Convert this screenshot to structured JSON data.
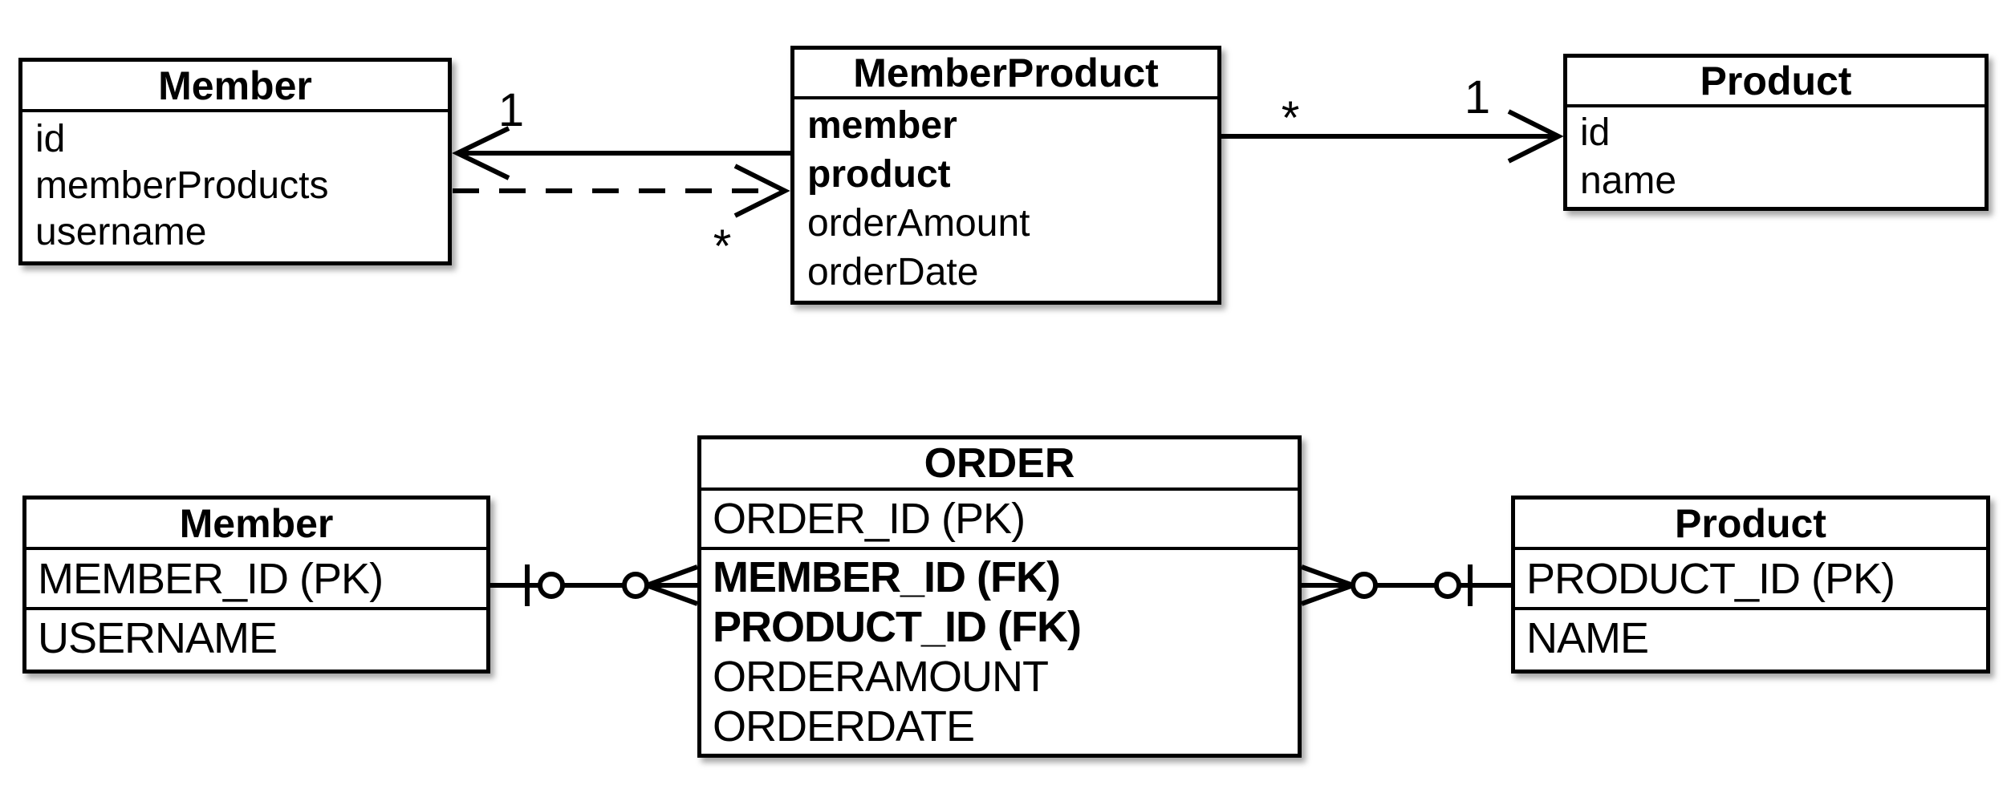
{
  "uml": {
    "member": {
      "title": "Member",
      "attributes": [
        "id",
        "memberProducts",
        "username"
      ]
    },
    "member_product": {
      "title": "MemberProduct",
      "attributes": [
        "member",
        "product",
        "orderAmount",
        "orderDate"
      ]
    },
    "product": {
      "title": "Product",
      "attributes": [
        "id",
        "name"
      ]
    },
    "multiplicity": {
      "member_end": "1",
      "dependency_many_end": "*",
      "order_many_end": "*",
      "product_end": "1"
    }
  },
  "er": {
    "member": {
      "title": "Member",
      "rows": [
        "MEMBER_ID (PK)",
        "USERNAME"
      ]
    },
    "order": {
      "title": "ORDER",
      "pk_row": "ORDER_ID (PK)",
      "rows": [
        "MEMBER_ID (FK)",
        "PRODUCT_ID (FK)",
        "ORDERAMOUNT",
        "ORDERDATE"
      ]
    },
    "product": {
      "title": "Product",
      "rows": [
        "PRODUCT_ID (PK)",
        "NAME"
      ]
    }
  },
  "colors": {
    "line": "#000000",
    "box_background": "#ffffff",
    "page_background": "#ffffff"
  }
}
